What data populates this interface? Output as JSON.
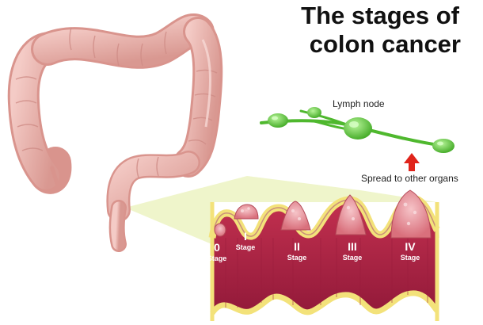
{
  "title": {
    "line1": "The stages of",
    "line2": "colon cancer"
  },
  "labels": {
    "lymph_node": "Lymph node",
    "spread": "Spread to other organs"
  },
  "stages": [
    {
      "numeral": "0",
      "word": "Stage"
    },
    {
      "numeral": "I",
      "word": "Stage"
    },
    {
      "numeral": "II",
      "word": "Stage"
    },
    {
      "numeral": "III",
      "word": "Stage"
    },
    {
      "numeral": "IV",
      "word": "Stage"
    }
  ],
  "colors": {
    "colon": "#eab4ae",
    "colon_shade": "#cf8c86",
    "tissue": "#b8284a",
    "tissue_dark": "#8e1535",
    "membrane": "#f3e27a",
    "lymph": "#5fcf3a",
    "arrow": "#e0241b",
    "zoom_fill": "#eef4c8"
  }
}
